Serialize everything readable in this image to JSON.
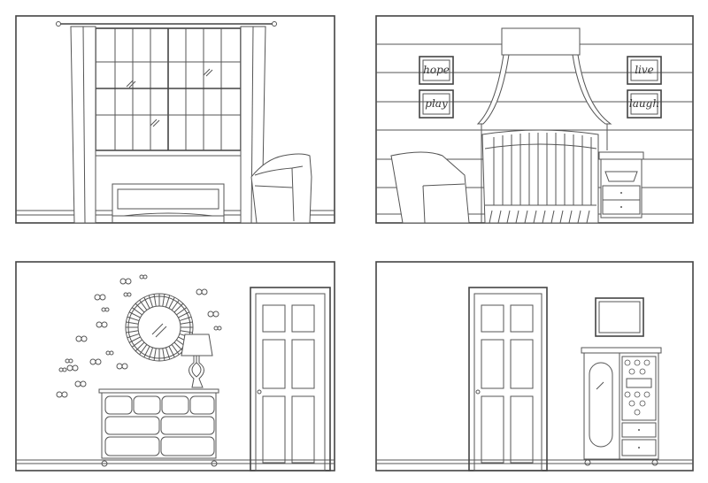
{
  "scenes": [
    {
      "name": "window-room"
    },
    {
      "name": "crib-room",
      "frames": {
        "top_left": "hope",
        "bottom_left": "play",
        "top_right": "live",
        "bottom_right": "laugh"
      }
    },
    {
      "name": "dresser-room"
    },
    {
      "name": "armoire-room"
    }
  ],
  "colors": {
    "line": "#555555",
    "background": "#ffffff"
  }
}
